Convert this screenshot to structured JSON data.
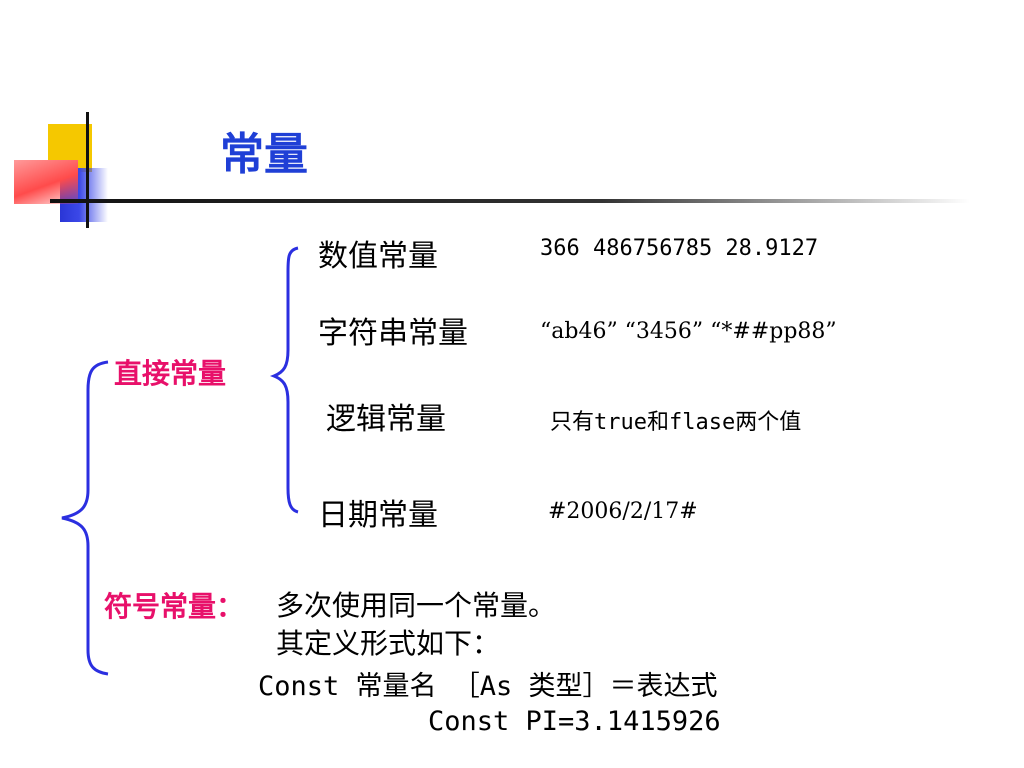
{
  "slide": {
    "title": "常量",
    "direct": {
      "label": "直接常量",
      "items": [
        {
          "name": "数值常量",
          "example": "366   486756785 28.9127"
        },
        {
          "name": "字符串常量",
          "example": "“ab46” “3456”  “*##pp88”"
        },
        {
          "name": "逻辑常量",
          "example": "只有true和flase两个值"
        },
        {
          "name": "日期常量",
          "example": "#2006/2/17#"
        }
      ]
    },
    "symbolic": {
      "label": "符号常量：",
      "line1": "多次使用同一个常量。",
      "line2": "其定义形式如下：",
      "syntax": "Const  常量名  ［As 类型］＝表达式",
      "example": "Const   PI=3.1415926"
    }
  },
  "colors": {
    "title": "#1f3fd6",
    "highlight": "#e8106a",
    "brace": "#2b2fe0"
  }
}
